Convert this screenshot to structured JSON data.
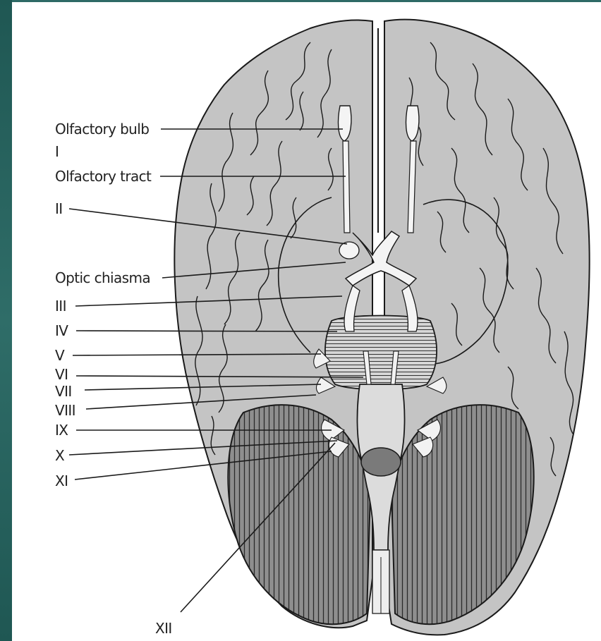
{
  "diagram": {
    "labels": {
      "olfactory_bulb": "Olfactory bulb",
      "nerve_I": "I",
      "olfactory_tract": "Olfactory tract",
      "nerve_II": "II",
      "optic_chiasma": "Optic chiasma",
      "nerve_III": "III",
      "nerve_IV": "IV",
      "nerve_V": "V",
      "nerve_VI": "VI",
      "nerve_VII": "VII",
      "nerve_VIII": "VIII",
      "nerve_IX": "IX",
      "nerve_X": "X",
      "nerve_XI": "XI",
      "nerve_XII": "XII"
    },
    "colors": {
      "background": "#2e6a66",
      "panel": "#ffffff",
      "brain_fill": "#c4c4c4",
      "cerebellum_fill": "#8c8c8c",
      "outline": "#1a1a1a",
      "nerve_fill": "#f4f4f4",
      "medulla_oval": "#7a7a7a"
    }
  }
}
